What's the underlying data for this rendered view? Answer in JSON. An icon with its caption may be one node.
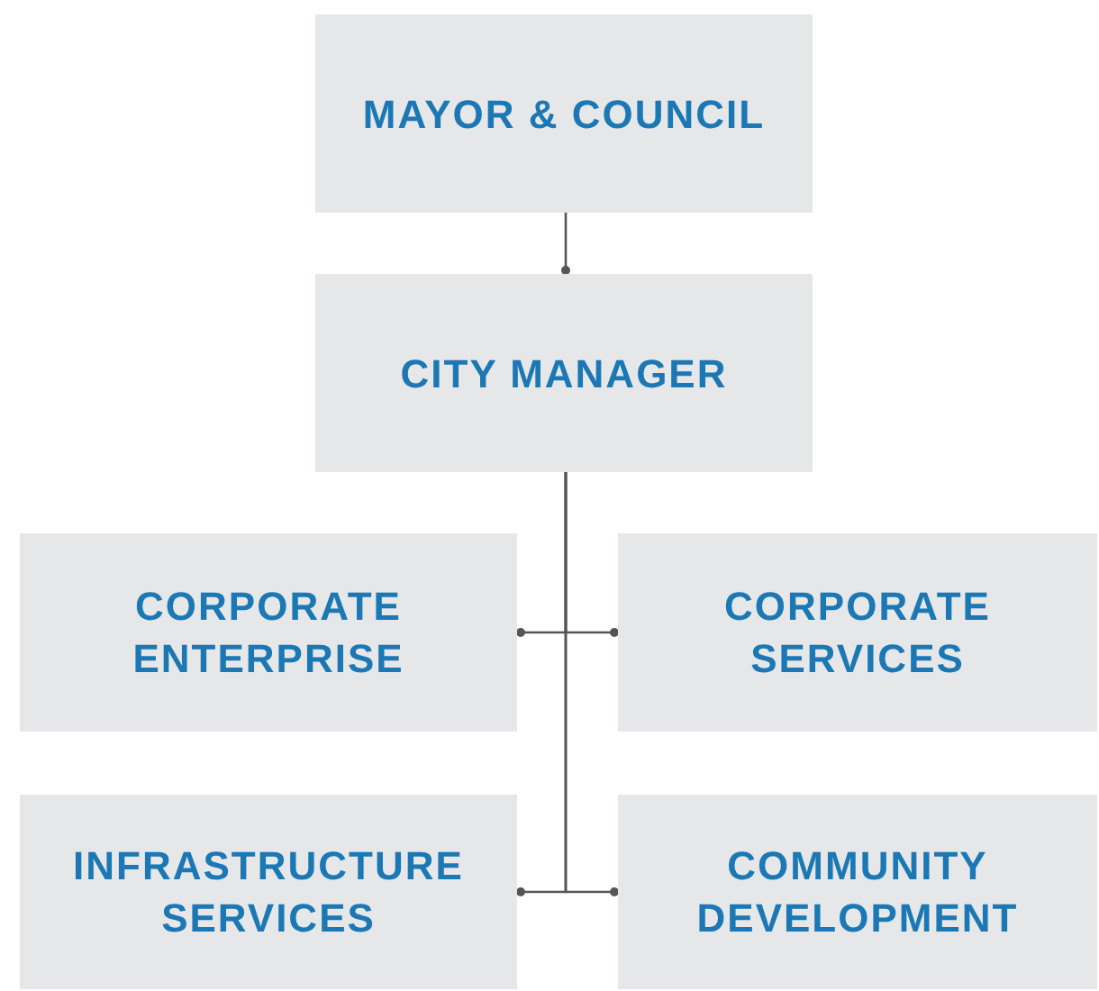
{
  "diagram": {
    "nodes": [
      {
        "text": [
          "MAYOR & COUNCIL"
        ]
      },
      {
        "text": [
          "CITY MANAGER"
        ]
      },
      {
        "text": [
          "CORPORATE ENTERPRISE"
        ]
      },
      {
        "text": [
          "CORPORATE SERVICES"
        ]
      },
      {
        "text": [
          "INFRASTRUCTURE SERVICES"
        ]
      },
      {
        "text": [
          "COMMUNITY DEVELOPMENT"
        ]
      }
    ],
    "edges": [
      {
        "from": 0,
        "to": 1,
        "arrow": "other"
      },
      {
        "from": 1,
        "to": 2,
        "arrow": "other"
      },
      {
        "from": 1,
        "to": 3,
        "arrow": "other"
      },
      {
        "from": 1,
        "to": 4,
        "arrow": "other"
      },
      {
        "from": 1,
        "to": 5,
        "arrow": "other"
      }
    ]
  }
}
